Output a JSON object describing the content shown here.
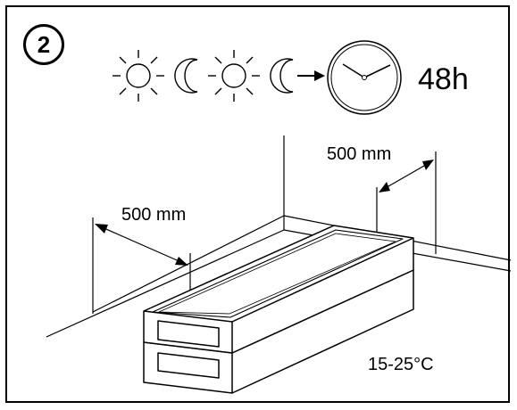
{
  "step": {
    "number": "2"
  },
  "acclimatization": {
    "cycle_icons": [
      "sun-icon",
      "moon-icon",
      "sun-icon",
      "moon-icon"
    ],
    "arrow_icon": "arrow-right-icon",
    "clock_icon": "clock-icon",
    "duration": "48h"
  },
  "placement": {
    "distance_left": "500 mm",
    "distance_back": "500 mm"
  },
  "conditions": {
    "temperature": "15-25°C"
  },
  "colors": {
    "ink": "#000000",
    "paper": "#ffffff"
  }
}
